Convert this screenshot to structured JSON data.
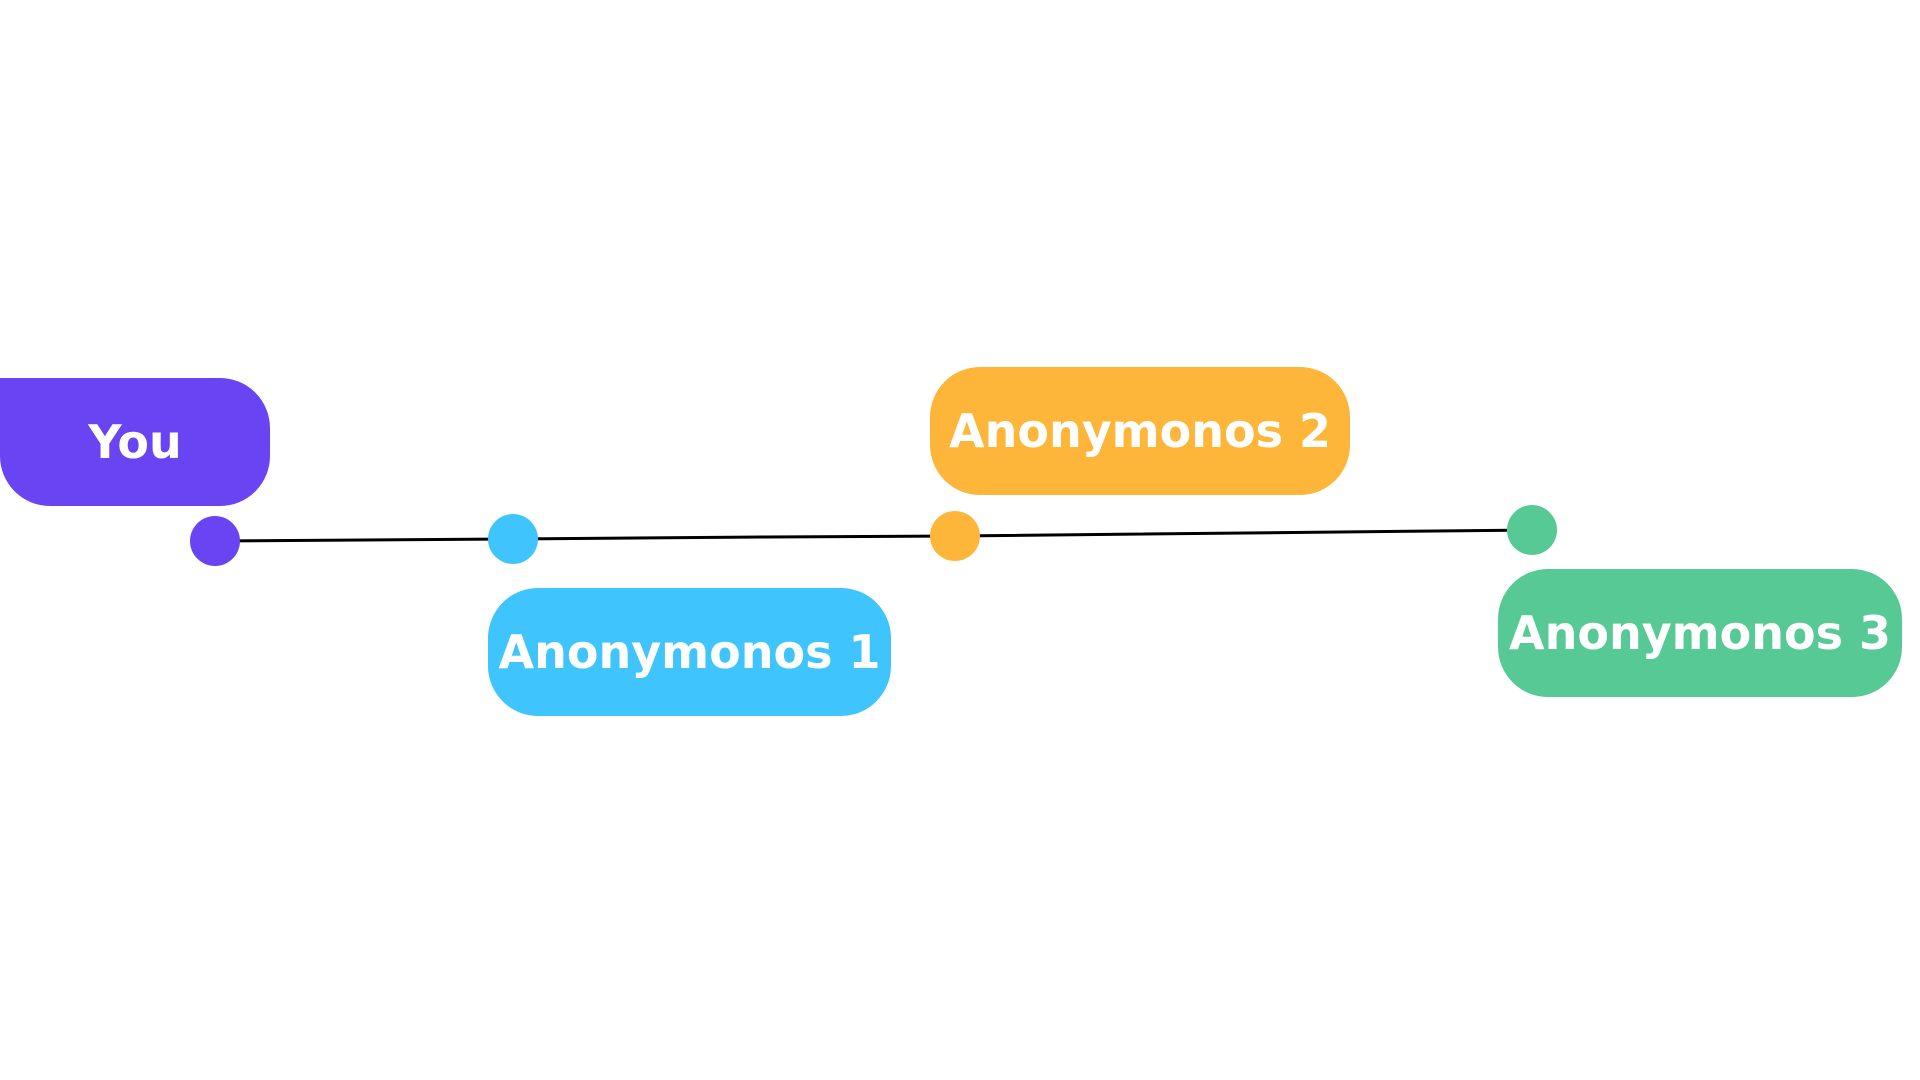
{
  "colors": {
    "background": "#ffffff",
    "line": "#000000",
    "you": "#6944f3",
    "anonymous_1": "#40c4fd",
    "anonymous_2": "#fdb53a",
    "anonymous_3": "#57c995",
    "label_text": "#ffffff"
  },
  "nodes": [
    {
      "id": "you",
      "label": "You",
      "color_key": "you"
    },
    {
      "id": "a1",
      "label": "Anonymonos 1",
      "color_key": "anonymous_1"
    },
    {
      "id": "a2",
      "label": "Anonymonos 2",
      "color_key": "anonymous_2"
    },
    {
      "id": "a3",
      "label": "Anonymonos 3",
      "color_key": "anonymous_3"
    }
  ]
}
